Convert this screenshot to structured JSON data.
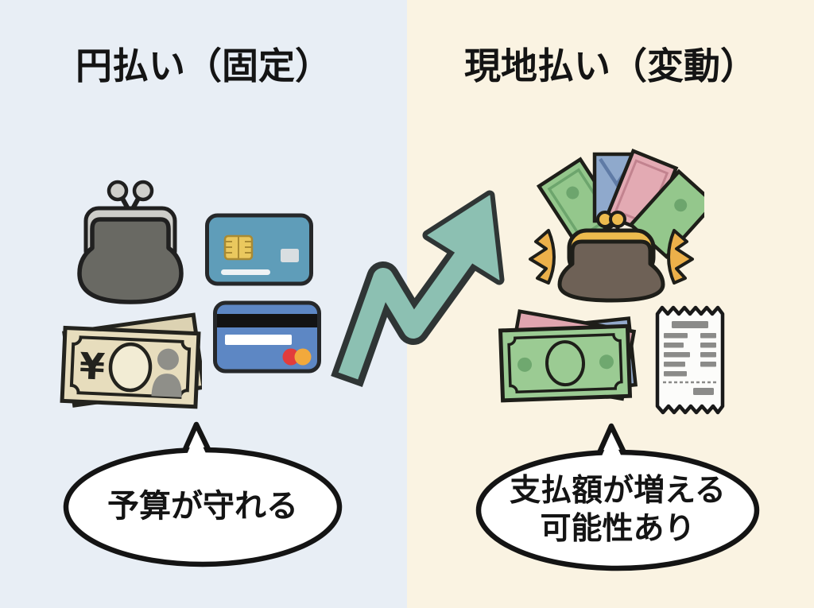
{
  "left_panel": {
    "title": "円払い（固定）",
    "bubble_text": "予算が守れる",
    "background_color": "#e8eef5",
    "icons": [
      "coin-purse-icon",
      "credit-card-chip-icon",
      "yen-banknotes-icon",
      "credit-card-stripe-icon"
    ]
  },
  "right_panel": {
    "title": "現地払い（変動）",
    "bubble_lines": [
      "支払額が増える",
      "可能性あり"
    ],
    "background_color": "#faf3e2",
    "icons": [
      "open-coin-purse-cash-icon",
      "foreign-banknotes-icon",
      "receipt-icon"
    ]
  },
  "arrow": {
    "fill_color": "#8cc0b2",
    "outline_color": "#2f3535"
  },
  "bubble": {
    "fill_color": "#ffffff",
    "border_color": "#141414"
  },
  "text_color": "#141414"
}
